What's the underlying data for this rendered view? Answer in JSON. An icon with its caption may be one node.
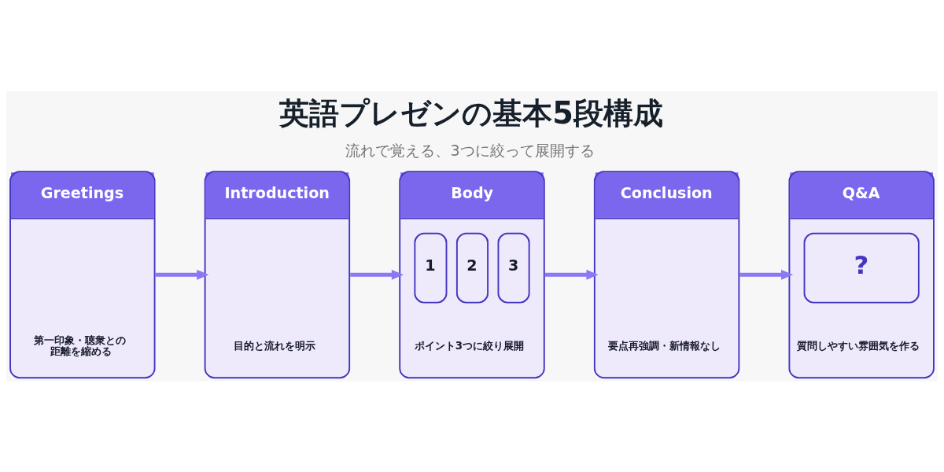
{
  "diagram": {
    "title": "英語プレゼンの基本5段構成",
    "caption": "流れで覚える、3つに絞って展開する",
    "nodes": [
      {
        "text": [
          "Greetings",
          "第一印象・聴衆との距離を縮める"
        ]
      },
      {
        "text": [
          "Introduction",
          "目的と流れを明示"
        ]
      },
      {
        "text": [
          "Body",
          "1",
          "2",
          "3",
          "ポイント3つに絞り展開"
        ]
      },
      {
        "text": [
          "Conclusion",
          "要点再強調・新情報なし"
        ]
      },
      {
        "text": [
          "Q&A",
          "?",
          "質問しやすい雰囲気を作る"
        ]
      }
    ],
    "edges": [
      {
        "from": 0,
        "to": 1,
        "arrow": "to"
      },
      {
        "from": 1,
        "to": 2,
        "arrow": "to"
      },
      {
        "from": 2,
        "to": 3,
        "arrow": "to"
      },
      {
        "from": 3,
        "to": 4,
        "arrow": "to"
      }
    ]
  }
}
